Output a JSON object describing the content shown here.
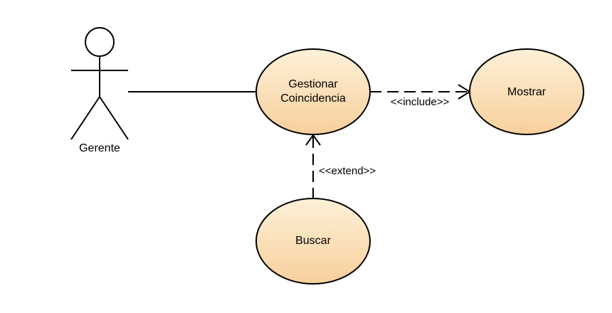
{
  "diagram": {
    "actor": {
      "label": "Gerente"
    },
    "use_cases": {
      "gestionar": {
        "line1": "Gestionar",
        "line2": "Coincidencia"
      },
      "mostrar": {
        "label": "Mostrar"
      },
      "buscar": {
        "label": "Buscar"
      }
    },
    "relations": {
      "include_label": "<<include>>",
      "extend_label": "<<extend>>"
    },
    "colors": {
      "usecase_fill_top": "#fdf1d8",
      "usecase_fill_bottom": "#f8cf9c",
      "stroke": "#000000",
      "background": "#ffffff"
    }
  }
}
